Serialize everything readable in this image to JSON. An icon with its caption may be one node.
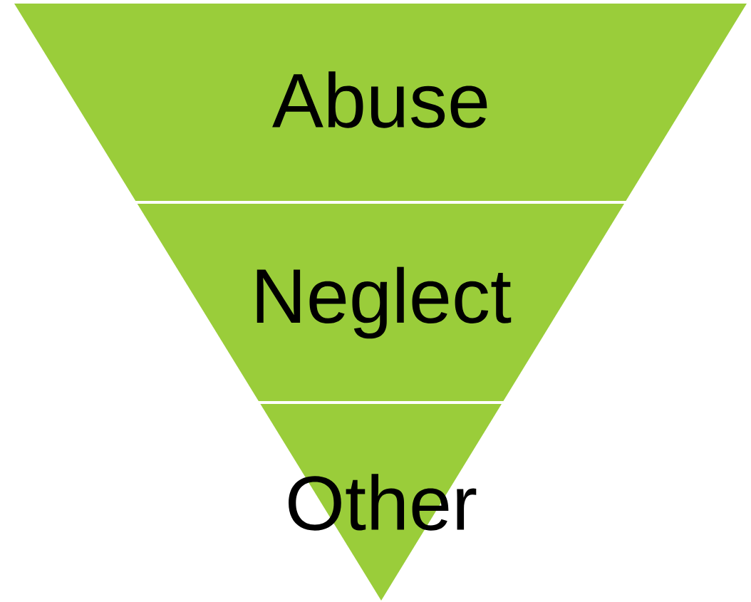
{
  "diagram": {
    "nodes": [
      {
        "text": [
          "Abuse"
        ]
      },
      {
        "text": [
          "Neglect"
        ]
      },
      {
        "text": [
          "Other"
        ]
      }
    ]
  }
}
